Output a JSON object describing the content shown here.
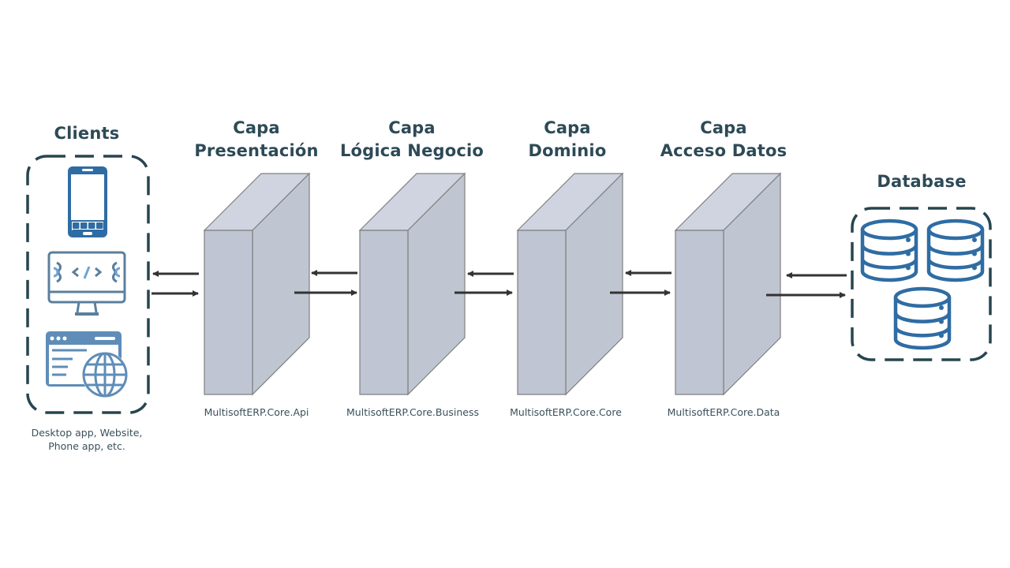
{
  "clients": {
    "title": "Clients",
    "caption_line1": "Desktop app, Website,",
    "caption_line2": "Phone app, etc.",
    "icons": [
      "smartphone-icon",
      "desktop-code-icon",
      "website-globe-icon"
    ]
  },
  "layers": [
    {
      "title_line1": "Capa",
      "title_line2": "Presentación",
      "project": "MultisoftERP.Core.Api"
    },
    {
      "title_line1": "Capa",
      "title_line2": "Lógica Negocio",
      "project": "MultisoftERP.Core.Business"
    },
    {
      "title_line1": "Capa",
      "title_line2": "Dominio",
      "project": "MultisoftERP.Core.Core"
    },
    {
      "title_line1": "Capa",
      "title_line2": "Acceso Datos",
      "project": "MultisoftERP.Core.Data"
    }
  ],
  "database": {
    "title": "Database",
    "icons": [
      "database-icon",
      "database-icon",
      "database-icon"
    ]
  },
  "colors": {
    "title_text": "#2d4a56",
    "dashed_border": "#26454f",
    "icon_blue": "#2f6ca3",
    "icon_steel": "#5b7f9e",
    "block_front": "#bfc5d3",
    "block_top": "#cfd4e0",
    "block_side": "#c0c6d1",
    "block_edge": "#7f7f7f",
    "arrow": "#333333"
  }
}
